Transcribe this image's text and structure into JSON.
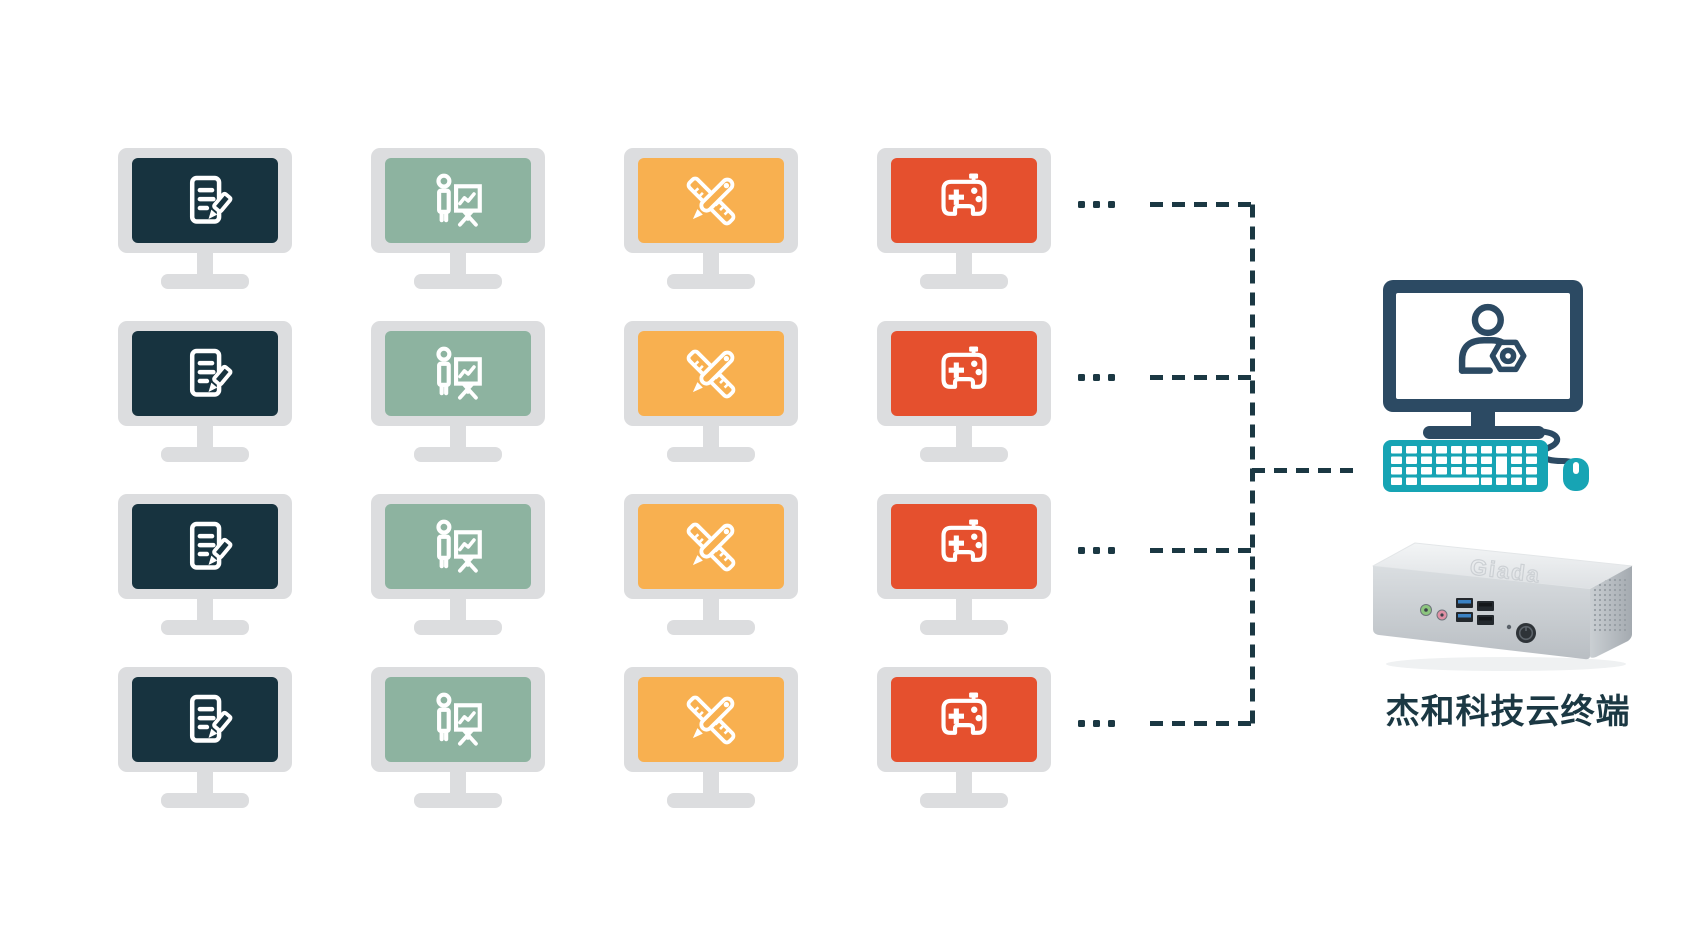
{
  "diagram": {
    "background": "#ffffff",
    "description_icons": [
      "monitor-icon",
      "dashed-connector-lines",
      "cloud-terminal-device"
    ]
  },
  "workstation_grid": {
    "rows": 4,
    "bezel_color": "#dcdddf",
    "ellipsis_symbol": "···",
    "columns": [
      {
        "name": "office-docs-monitor",
        "icon": "document-edit-icon",
        "screen_color": "#17333f"
      },
      {
        "name": "presentation-monitor",
        "icon": "presenter-chart-icon",
        "screen_color": "#8db3a0"
      },
      {
        "name": "design-tools-monitor",
        "icon": "ruler-pencil-icon",
        "screen_color": "#f8b050"
      },
      {
        "name": "gaming-monitor",
        "icon": "gamepad-icon",
        "screen_color": "#e5502e"
      }
    ]
  },
  "connections": {
    "style": "dashed",
    "line_color": "#1b3843"
  },
  "admin_terminal": {
    "monitor_color": "#2c4a63",
    "peripheral_color": "#17a4b4",
    "screen_icon": "admin-user-gear-icon",
    "parts": [
      "monitor",
      "keyboard",
      "mouse"
    ]
  },
  "device": {
    "logo_embossed": "Giada",
    "label": "杰和科技云终端",
    "label_color": "#1b3843"
  }
}
